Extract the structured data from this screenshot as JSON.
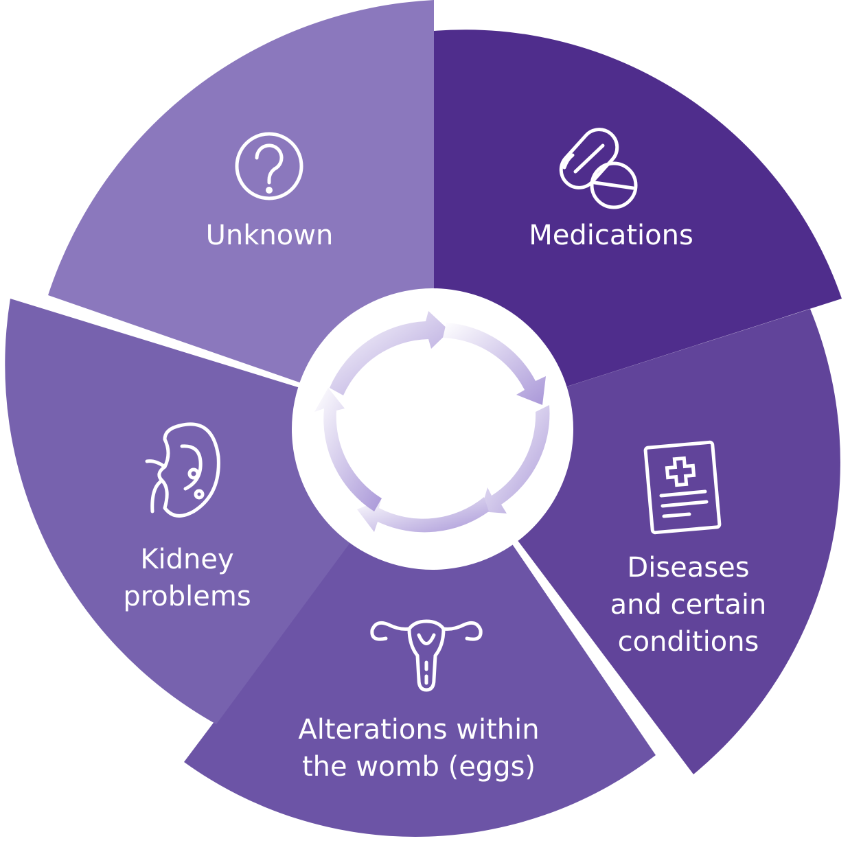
{
  "segments": [
    {
      "id": "unknown",
      "label_lines": [
        "Unknown"
      ],
      "icon": "question-circle-icon",
      "color": "#8b78bd"
    },
    {
      "id": "medications",
      "label_lines": [
        "Medications"
      ],
      "icon": "pills-icon",
      "color": "#4f2d8c"
    },
    {
      "id": "diseases",
      "label_lines": [
        "Diseases",
        "and certain",
        "conditions"
      ],
      "icon": "medical-report-icon",
      "color": "#61449a"
    },
    {
      "id": "womb",
      "label_lines": [
        "Alterations within",
        "the womb (eggs)"
      ],
      "icon": "uterus-icon",
      "color": "#6c54a6"
    },
    {
      "id": "kidney",
      "label_lines": [
        "Kidney",
        "problems"
      ],
      "icon": "kidney-icon",
      "color": "#7762ae"
    }
  ],
  "center": {
    "icon": "cycle-arrows-icon",
    "arrow_color": "#b4a6de"
  }
}
